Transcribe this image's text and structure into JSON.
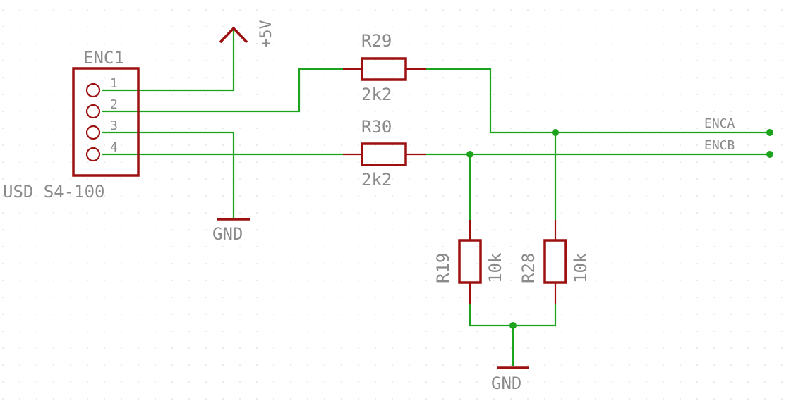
{
  "schematic": {
    "connector": {
      "name": "ENC1",
      "value": "USD S4-100",
      "pins": [
        "1",
        "2",
        "3",
        "4"
      ]
    },
    "power": {
      "supply_label": "+5V",
      "gnd_label_left": "GND",
      "gnd_label_bottom": "GND"
    },
    "resistors": {
      "r29": {
        "name": "R29",
        "value": "2k2"
      },
      "r30": {
        "name": "R30",
        "value": "2k2"
      },
      "r19": {
        "name": "R19",
        "value": "10k"
      },
      "r28": {
        "name": "R28",
        "value": "10k"
      }
    },
    "nets": {
      "enca": "ENCA",
      "encb": "ENCB"
    },
    "colors": {
      "wire": "#1ea31e",
      "part": "#9c1010",
      "label": "#8a8a8a"
    }
  }
}
